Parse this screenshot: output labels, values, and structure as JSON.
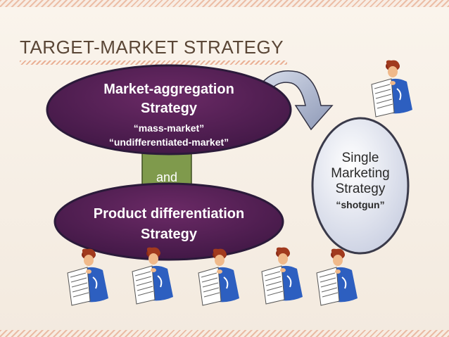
{
  "slide": {
    "title": "TARGET-MARKET STRATEGY"
  },
  "nodes": {
    "market_aggregation": {
      "line1": "Market-aggregation",
      "line2": "Strategy",
      "sub1": "“mass-market”",
      "sub2": "“undifferentiated-market”"
    },
    "connector_label": "and",
    "product_differentiation": {
      "line1": "Product differentiation",
      "line2": "Strategy"
    },
    "single_marketing": {
      "line1": "Single",
      "line2": "Marketing",
      "line3": "Strategy",
      "sub": "“shotgun”"
    }
  },
  "colors": {
    "ellipse_fill": "#5a2358",
    "ellipse_outline": "#2b1a3a",
    "connector_fill": "#7f9a4c",
    "circle_fill": "#dfe4f0",
    "arrow_fill": "#b6c0d8",
    "title_color": "#5a4636"
  },
  "icons": [
    "person-reading-newspaper-icon"
  ]
}
